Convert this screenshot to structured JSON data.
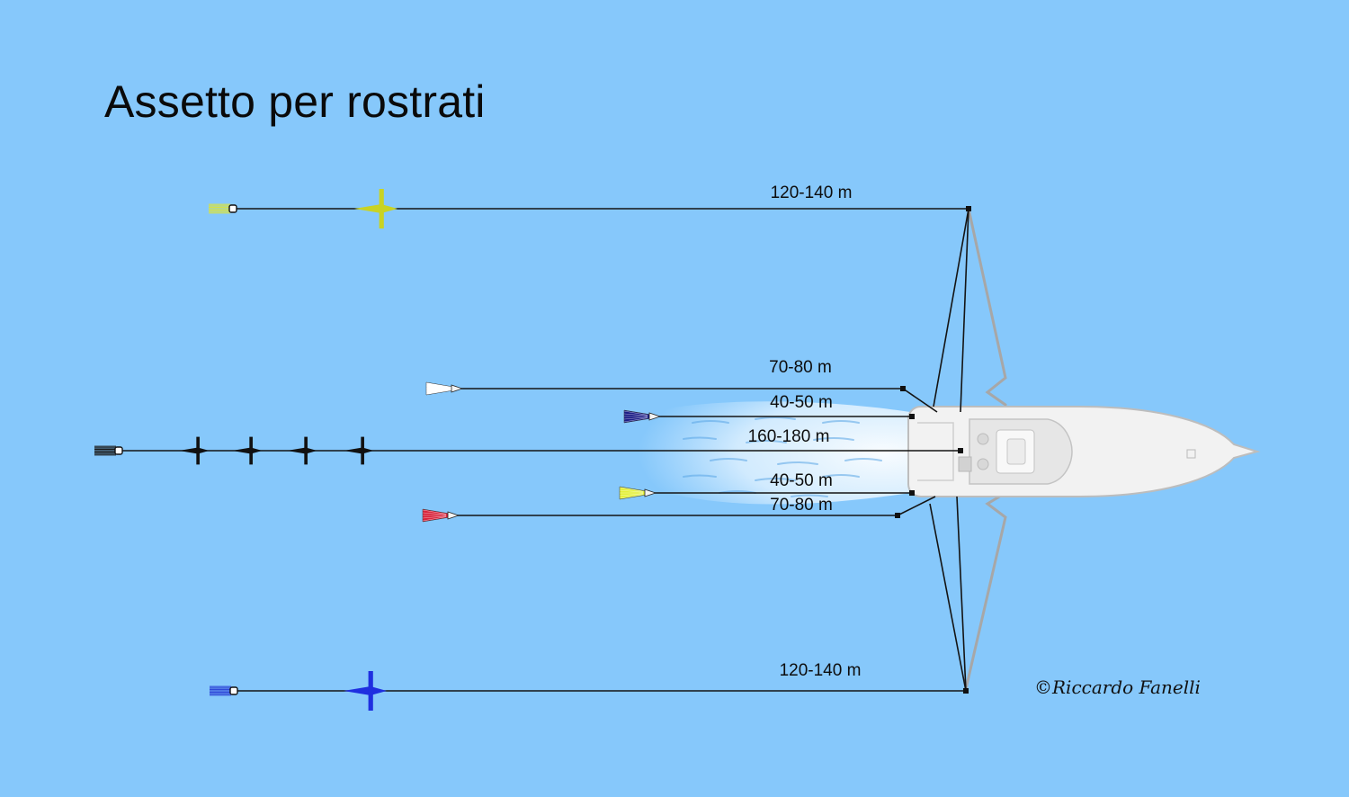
{
  "title": "Assetto per rostrati",
  "credit": "©Riccardo Fanelli",
  "colors": {
    "sea": "#86c8fb",
    "line": "#141414",
    "outrigger": "#a7a7a7",
    "boat_hull": "#f2f2f2",
    "boat_outline": "#bdbdbd",
    "wake": "#ffffff",
    "top_lure": "#d4e14a",
    "top_teaser": "#c9d323",
    "bottom_lure": "#2f48d8",
    "bottom_teaser": "#1f2fe0",
    "center_teaser": "#111111",
    "skirt_white": "#ffffff",
    "skirt_blue": "#1c1d87",
    "skirt_yellow": "#e4f03a",
    "skirt_red": "#d9233b"
  },
  "lines": [
    {
      "id": "top-outrigger",
      "label": "120-140 m",
      "lure": "squid-yellow",
      "teaser": "bird-yellow"
    },
    {
      "id": "upper-flat-long",
      "label": "70-80 m",
      "lure": "skirt-white"
    },
    {
      "id": "upper-flat-short",
      "label": "40-50 m",
      "lure": "skirt-blue"
    },
    {
      "id": "center-shotgun",
      "label": "160-180 m",
      "lure": "squid-black",
      "teaser": "daisy-chain-4-birds"
    },
    {
      "id": "lower-flat-short",
      "label": "40-50 m",
      "lure": "skirt-yellow"
    },
    {
      "id": "lower-flat-long",
      "label": "70-80 m",
      "lure": "skirt-red"
    },
    {
      "id": "bottom-outrigger",
      "label": "120-140 m",
      "lure": "squid-blue",
      "teaser": "bird-blue"
    }
  ]
}
